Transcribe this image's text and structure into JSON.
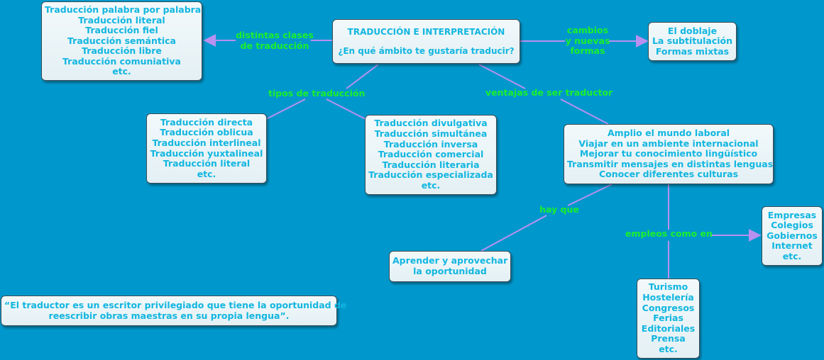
{
  "map": {
    "root": {
      "lines": [
        "TRADUCCIÓN E INTERPRETACIÓN",
        "¿En qué ámbito te gustaría traducir?"
      ]
    },
    "clases": {
      "lines": [
        "Traducción palabra por palabra",
        "Traducción literal",
        "Traducción fiel",
        "Traducción semántica",
        "Traducción libre",
        "Traducción comuniativa",
        "etc."
      ]
    },
    "formas": {
      "lines": [
        "El doblaje",
        "La subtitulación",
        "Formas mixtas"
      ]
    },
    "tipos_a": {
      "lines": [
        "Traducción directa",
        "Traducción oblicua",
        "Traducción interlineal",
        "Traducción yuxtalineal",
        "Traducción literal",
        "etc."
      ]
    },
    "tipos_b": {
      "lines": [
        "Traducción divulgativa",
        "Traducción simultánea",
        "Traducción inversa",
        "Traducción comercial",
        "Traducción literaria",
        "Traducción especializada",
        "etc."
      ]
    },
    "ventajas": {
      "lines": [
        "Amplio el mundo laboral",
        "Viajar en un ambiente internacional",
        "Mejorar tu conocimiento lingüístico",
        "Transmitir mensajes en distintas lenguas",
        "Conocer diferentes culturas"
      ]
    },
    "empresas": {
      "lines": [
        "Empresas",
        "Colegios",
        "Gobiernos",
        "Internet",
        "etc."
      ]
    },
    "aprender": {
      "lines": [
        "Aprender y aprovechar",
        "la oportunidad"
      ]
    },
    "turismo": {
      "lines": [
        "Turismo",
        "Hostelería",
        "Congresos",
        "Ferias",
        "Editoriales",
        "Prensa",
        "etc."
      ]
    },
    "cita": {
      "lines": [
        "“El traductor es un escritor privilegiado que tiene la oportunidad de",
        "reescribir obras maestras en su propia lengua”."
      ]
    }
  },
  "links": {
    "distintas": [
      "distintas clases",
      "de traducción"
    ],
    "cambios": [
      "cambios",
      "y nuevas",
      "formas"
    ],
    "tipos": [
      "tipos de traducción"
    ],
    "ventajas": [
      "ventajas de ser traductor"
    ],
    "hayque": [
      "hay que"
    ],
    "empleos": [
      "empleos como en"
    ]
  },
  "colors": {
    "background": "#0098cc",
    "node_text": "#12b6e0",
    "link_text": "#19f02c",
    "edge": "#b890f0"
  }
}
